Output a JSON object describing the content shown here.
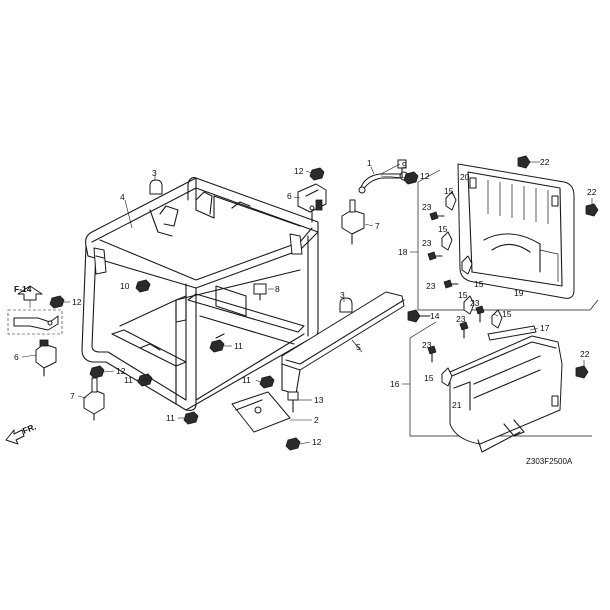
{
  "callouts": {
    "c1": "1",
    "c2": "2",
    "c3a": "3",
    "c3b": "3",
    "c4": "4",
    "c5": "5",
    "c6a": "6",
    "c6b": "6",
    "c7a": "7",
    "c7b": "7",
    "c8": "8",
    "c9": "9",
    "c10": "10",
    "c11a": "11",
    "c11b": "11",
    "c11c": "11",
    "c11d": "11",
    "c12a": "12",
    "c12b": "12",
    "c12c": "12",
    "c12d": "12",
    "c12e": "12",
    "c13": "13",
    "c14": "14",
    "c15a": "15",
    "c15b": "15",
    "c15c": "15",
    "c15d": "15",
    "c15e": "15",
    "c15f": "15",
    "c16": "16",
    "c17": "17",
    "c18": "18",
    "c19": "19",
    "c20": "20",
    "c21": "21",
    "c22a": "22",
    "c22b": "22",
    "c22c": "22",
    "c23a": "23",
    "c23b": "23",
    "c23c": "23",
    "c23d": "23",
    "c23e": "23",
    "c23f": "23"
  },
  "reference": "F-14",
  "front_label": "FR.",
  "diagram_code": "Z303F2500A"
}
